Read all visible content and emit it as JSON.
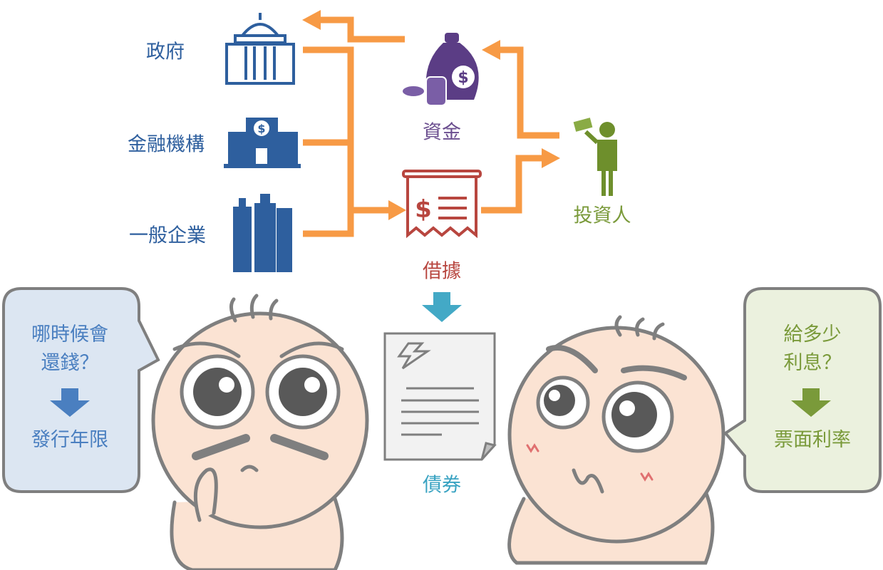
{
  "issuers": [
    {
      "label": "政府",
      "icon": "government-building-icon"
    },
    {
      "label": "金融機構",
      "icon": "bank-building-icon"
    },
    {
      "label": "一般企業",
      "icon": "office-buildings-icon"
    }
  ],
  "funds": {
    "label": "資金",
    "icon": "money-bag-icon"
  },
  "iou": {
    "label": "借據",
    "icon": "receipt-icon"
  },
  "investor": {
    "label": "投資人",
    "icon": "investor-person-icon"
  },
  "bond": {
    "label": "債券",
    "icon": "document-icon"
  },
  "left_bubble": {
    "question_line1": "哪時候會",
    "question_line2": "還錢？",
    "answer": "發行年限"
  },
  "right_bubble": {
    "question_line1": "給多少",
    "question_line2": "利息？",
    "answer": "票面利率"
  },
  "colors": {
    "arrow": "#f79a45",
    "issuer": "#2e5f9e",
    "funds": "#6b4e8f",
    "iou": "#b8463f",
    "investor": "#7a9a3a",
    "bond": "#3aa3c2",
    "skin": "#fbe3d3"
  }
}
